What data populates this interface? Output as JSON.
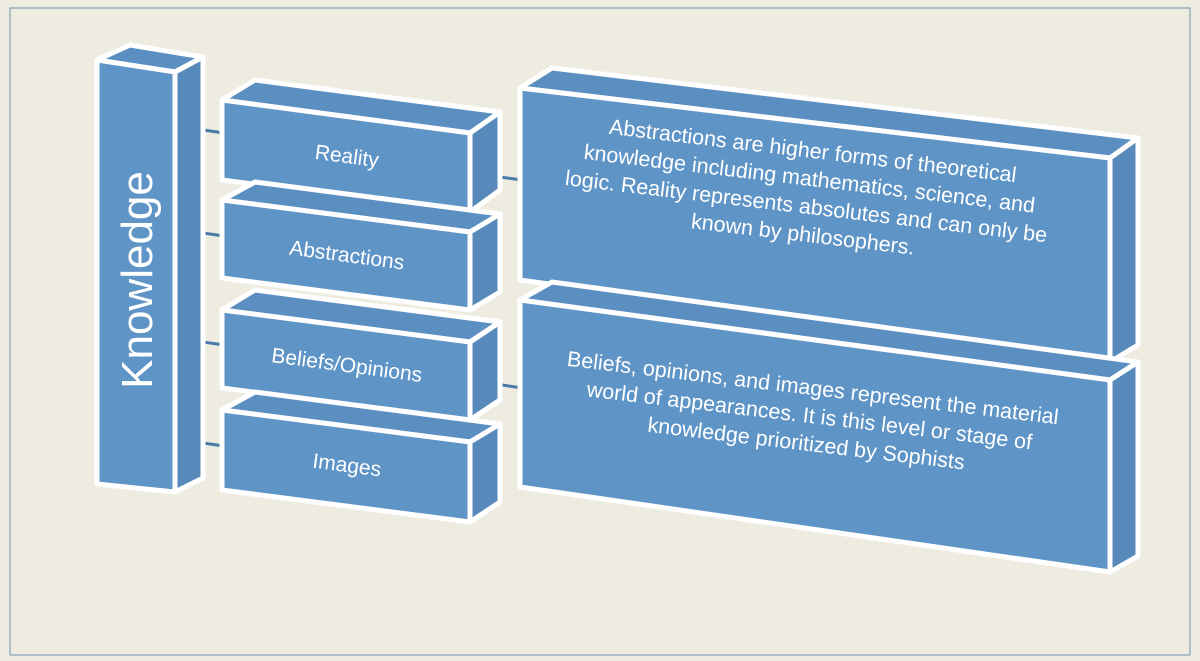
{
  "root": {
    "label": "Knowledge"
  },
  "levels": [
    {
      "label": "Reality"
    },
    {
      "label": "Abstractions"
    },
    {
      "label": "Beliefs/Opinions"
    },
    {
      "label": "Images"
    }
  ],
  "descriptions": [
    {
      "lines": [
        "Abstractions are higher forms of theoretical",
        "knowledge including mathematics, science, and",
        "logic. Reality represents absolutes and can only be",
        "known by philosophers."
      ]
    },
    {
      "lines": [
        "Beliefs, opinions, and images represent the material",
        "world of appearances. It is this level or stage of",
        "knowledge prioritized by Sophists"
      ]
    }
  ],
  "colors": {
    "background": "#eeece1",
    "box": "#5f94c6",
    "border": "#ffffff",
    "connector": "#4a7aa8"
  }
}
